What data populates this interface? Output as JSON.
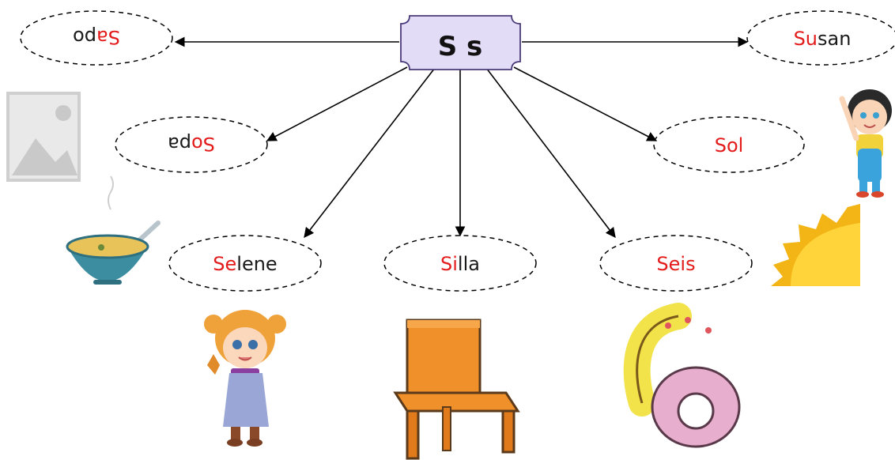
{
  "center": {
    "label": "S s"
  },
  "colors": {
    "highlight": "#e31b1b",
    "text": "#1a1a1a",
    "center_fill": "#e3dcf7",
    "center_stroke": "#4b3b7a"
  },
  "words": {
    "sapo": {
      "prefix": "Sa",
      "rest": "po"
    },
    "sopa": {
      "prefix": "So",
      "rest": "pa"
    },
    "susan": {
      "prefix": "Su",
      "rest": "san"
    },
    "sol": {
      "prefix": "So",
      "rest": "l"
    },
    "selene": {
      "prefix": "Se",
      "rest": "lene"
    },
    "silla": {
      "prefix": "Si",
      "rest": "lla"
    },
    "seis": {
      "prefix": "Seis",
      "rest": ""
    }
  },
  "pictures": [
    "image-placeholder-icon",
    "soup-bowl-icon",
    "girl-waving-icon",
    "sun-icon",
    "girl-with-leaf-icon",
    "chair-icon",
    "number-six-icon"
  ]
}
